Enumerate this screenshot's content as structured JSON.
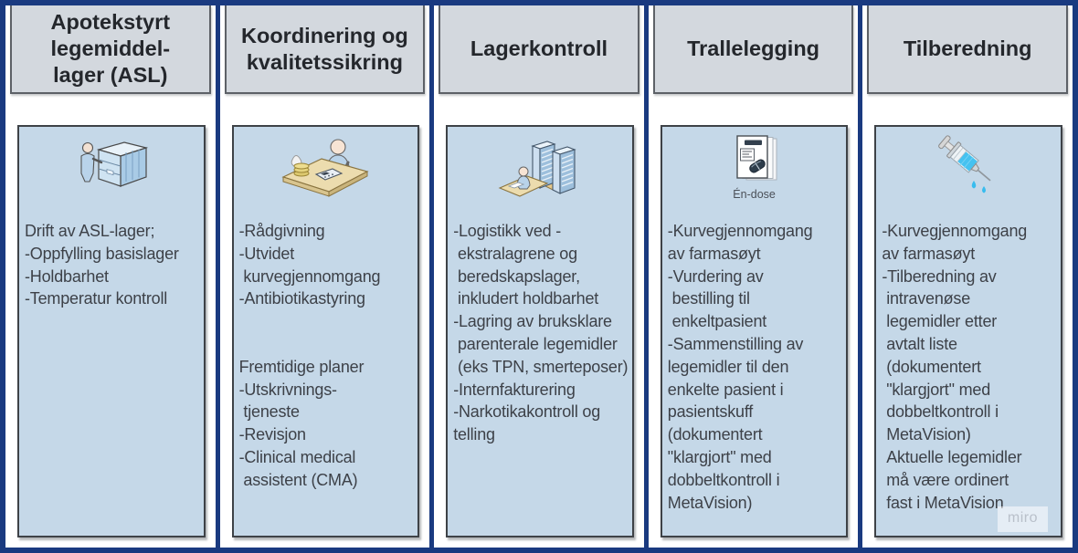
{
  "colors": {
    "frame_navy": "#1a3a80",
    "header_fill": "#d3d8de",
    "box_fill": "#c5d8e8",
    "box_border": "#3e4247",
    "body_text": "#3d4148"
  },
  "watermark": "miro",
  "columns": [
    {
      "header": [
        "Apotekstyrt",
        "legemiddel-",
        "lager (ASL)"
      ],
      "icon": "person-medicine-cabinet-icon",
      "body": [
        "Drift av ASL-lager;",
        "-Oppfylling basislager",
        "-Holdbarhet",
        "-Temperatur kontroll"
      ]
    },
    {
      "header": [
        "Koordinering og",
        "kvalitetssikring"
      ],
      "icon": "person-at-desk-calculator-icon",
      "body": [
        "-Rådgivning",
        "-Utvidet",
        " kurvegjennomgang",
        "-Antibiotikastyring",
        "",
        "",
        "Fremtidige planer",
        "-Utskrivnings-",
        " tjeneste",
        "-Revisjon",
        "-Clinical medical",
        " assistent (CMA)"
      ]
    },
    {
      "header": [
        "Lagerkontroll"
      ],
      "icon": "person-desk-server-towers-icon",
      "body": [
        "-Logistikk ved -",
        " ekstralagrene og",
        " beredskapslager,",
        " inkludert holdbarhet",
        "-Lagring av bruksklare",
        " parenterale legemidler",
        " (eks TPN, smerteposer)",
        "-Internfakturering",
        "-Narkotikakontroll og",
        "telling"
      ]
    },
    {
      "header": [
        "Trallelegging"
      ],
      "icon": "single-dose-package-icon",
      "icon_caption": "Én-dose",
      "body": [
        "-Kurvegjennomgang",
        "av farmasøyt",
        "-Vurdering av",
        " bestilling til",
        " enkeltpasient",
        "-Sammenstilling av",
        "legemidler til den",
        "enkelte pasient i",
        "pasientskuff",
        "(dokumentert",
        "\"klargjort\" med",
        "dobbeltkontroll i",
        "MetaVision)"
      ]
    },
    {
      "header": [
        "Tilberedning"
      ],
      "icon": "syringe-icon",
      "body": [
        "-Kurvegjennomgang",
        "av farmasøyt",
        "-Tilberedning av",
        " intravenøse",
        " legemidler etter",
        " avtalt liste",
        " (dokumentert",
        " \"klargjort\" med",
        " dobbeltkontroll i",
        " MetaVision)",
        " Aktuelle legemidler",
        " må være ordinert",
        " fast i MetaVision"
      ]
    }
  ]
}
